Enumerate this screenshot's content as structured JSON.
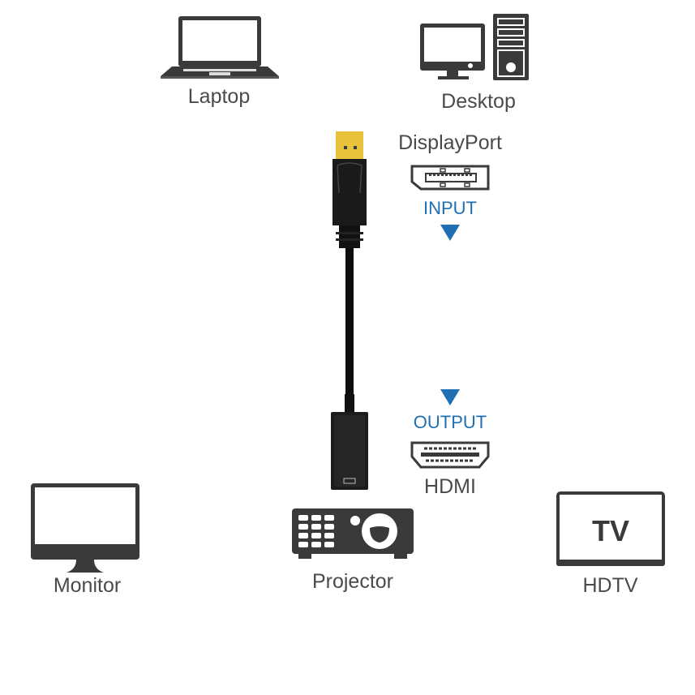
{
  "devices": {
    "laptop": {
      "label": "Laptop",
      "icon": "laptop-icon"
    },
    "desktop": {
      "label": "Desktop",
      "icon": "desktop-computer-icon"
    },
    "monitor": {
      "label": "Monitor",
      "icon": "monitor-icon"
    },
    "projector": {
      "label": "Projector",
      "icon": "projector-icon"
    },
    "hdtv": {
      "label": "HDTV",
      "icon": "tv-icon",
      "screen_text": "TV"
    }
  },
  "input": {
    "port_name": "DisplayPort",
    "direction_label": "INPUT",
    "port_icon": "displayport-icon",
    "arrow_icon": "arrow-down-icon"
  },
  "output": {
    "port_name": "HDMI",
    "direction_label": "OUTPUT",
    "port_icon": "hdmi-icon",
    "arrow_icon": "arrow-down-icon"
  },
  "adapter": {
    "plug": "displayport-plug",
    "receptacle": "hdmi-female-receptacle"
  },
  "colors": {
    "icon_dark": "#3a3a3a",
    "text_gray": "#4a4a4a",
    "accent_blue": "#1f6fb2",
    "gold_contact": "#e8c23a"
  }
}
